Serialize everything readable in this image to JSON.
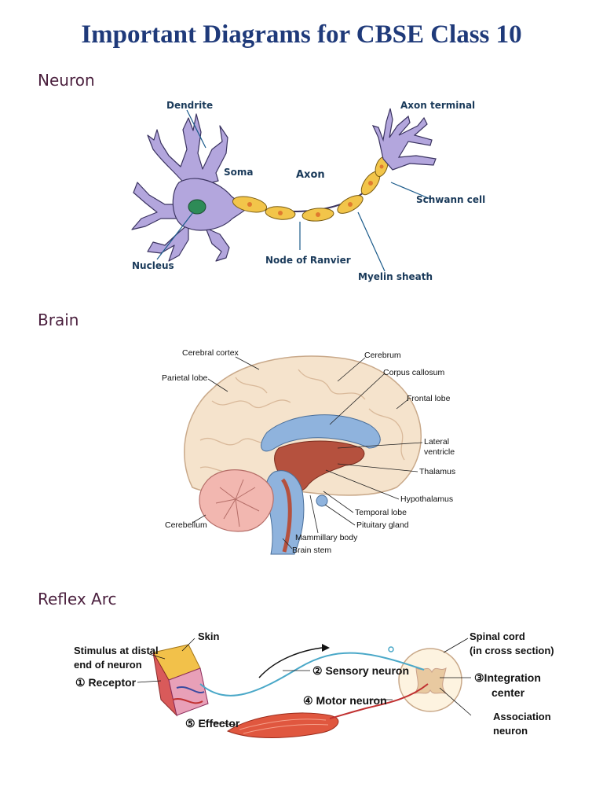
{
  "page": {
    "title": "Important Diagrams for CBSE Class 10"
  },
  "sections": {
    "neuron": {
      "heading": "Neuron",
      "labels": {
        "dendrite": "Dendrite",
        "axon_terminal": "Axon terminal",
        "soma": "Soma",
        "axon": "Axon",
        "schwann_cell": "Schwann cell",
        "nucleus": "Nucleus",
        "node_of_ranvier": "Node of Ranvier",
        "myelin_sheath": "Myelin sheath"
      }
    },
    "brain": {
      "heading": "Brain",
      "labels": {
        "cerebral_cortex": "Cerebral cortex",
        "cerebrum": "Cerebrum",
        "corpus_callosum": "Corpus callosum",
        "parietal_lobe": "Parietal lobe",
        "frontal_lobe": "Frontal lobe",
        "lateral_ventricle_1": "Lateral",
        "lateral_ventricle_2": "ventricle",
        "thalamus": "Thalamus",
        "hypothalamus": "Hypothalamus",
        "temporal_lobe": "Temporal lobe",
        "pituitary_gland": "Pituitary gland",
        "cerebellum": "Cerebellum",
        "mammillary_body": "Mammillary body",
        "brain_stem": "Brain stem"
      }
    },
    "reflex_arc": {
      "heading": "Reflex Arc",
      "labels": {
        "skin": "Skin",
        "stimulus_1": "Stimulus at distal",
        "stimulus_2": "end of neuron",
        "receptor": "① Receptor",
        "sensory_neuron": "② Sensory neuron",
        "integration_1": "③Integration",
        "integration_2": "center",
        "motor_neuron": "④ Motor neuron",
        "effector": "⑤ Effector",
        "spinal_cord_1": "Spinal cord",
        "spinal_cord_2": "(in cross section)",
        "association_1": "Association",
        "association_2": "neuron"
      }
    }
  },
  "colors": {
    "title": "#1f3a7a",
    "heading": "#4a1f3d",
    "neuron_body": "#b3a6dd",
    "myelin": "#f2c54a",
    "nucleus": "#2e8b57",
    "brain_cortex": "#f5e3cc",
    "brain_blue": "#8fb3dd",
    "brain_red": "#b5513e",
    "cerebellum": "#f2b7b0"
  }
}
